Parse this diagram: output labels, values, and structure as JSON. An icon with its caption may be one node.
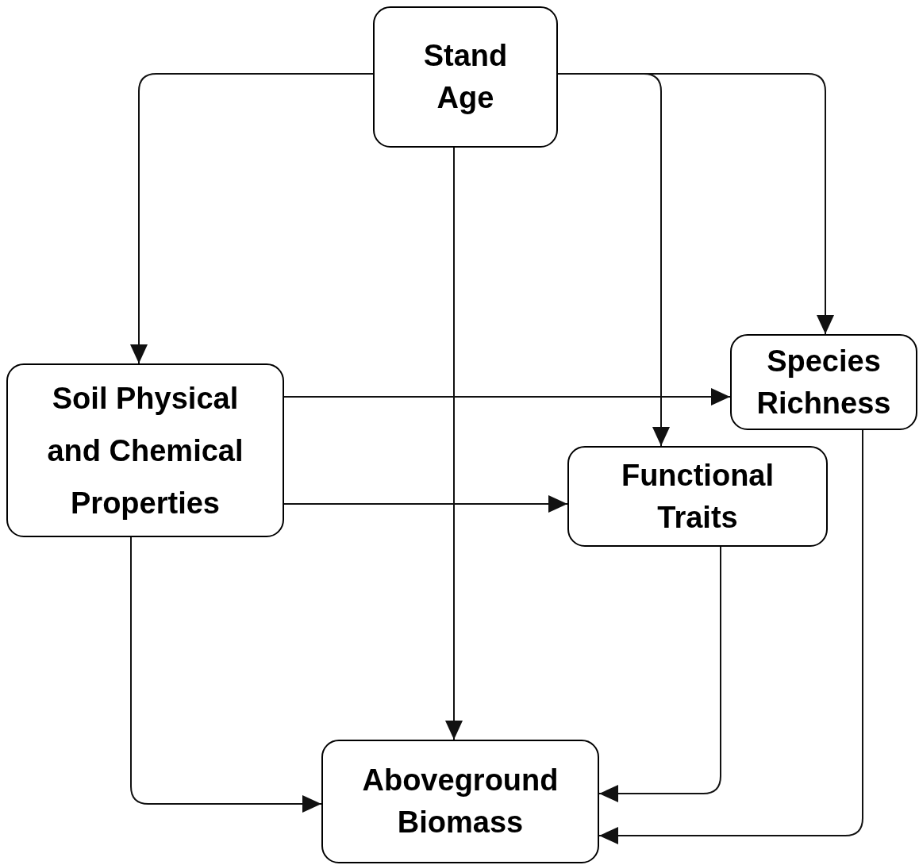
{
  "diagram": {
    "nodes": [
      {
        "text": [
          "Stand Age"
        ]
      },
      {
        "text": [
          "Soil Physical and Chemical Properties"
        ]
      },
      {
        "text": [
          "Species Richness"
        ]
      },
      {
        "text": [
          "Functional Traits"
        ]
      },
      {
        "text": [
          "Aboveground Biomass"
        ]
      }
    ],
    "edges": [
      {
        "from": 0,
        "to": 1,
        "arrow": "to"
      },
      {
        "from": 0,
        "to": 4,
        "arrow": "to"
      },
      {
        "from": 0,
        "to": 3,
        "arrow": "to"
      },
      {
        "from": 0,
        "to": 2,
        "arrow": "to"
      },
      {
        "from": 1,
        "to": 2,
        "arrow": "to"
      },
      {
        "from": 1,
        "to": 3,
        "arrow": "to"
      },
      {
        "from": 1,
        "to": 4,
        "arrow": "to"
      },
      {
        "from": 3,
        "to": 4,
        "arrow": "to"
      },
      {
        "from": 2,
        "to": 4,
        "arrow": "to"
      }
    ]
  }
}
